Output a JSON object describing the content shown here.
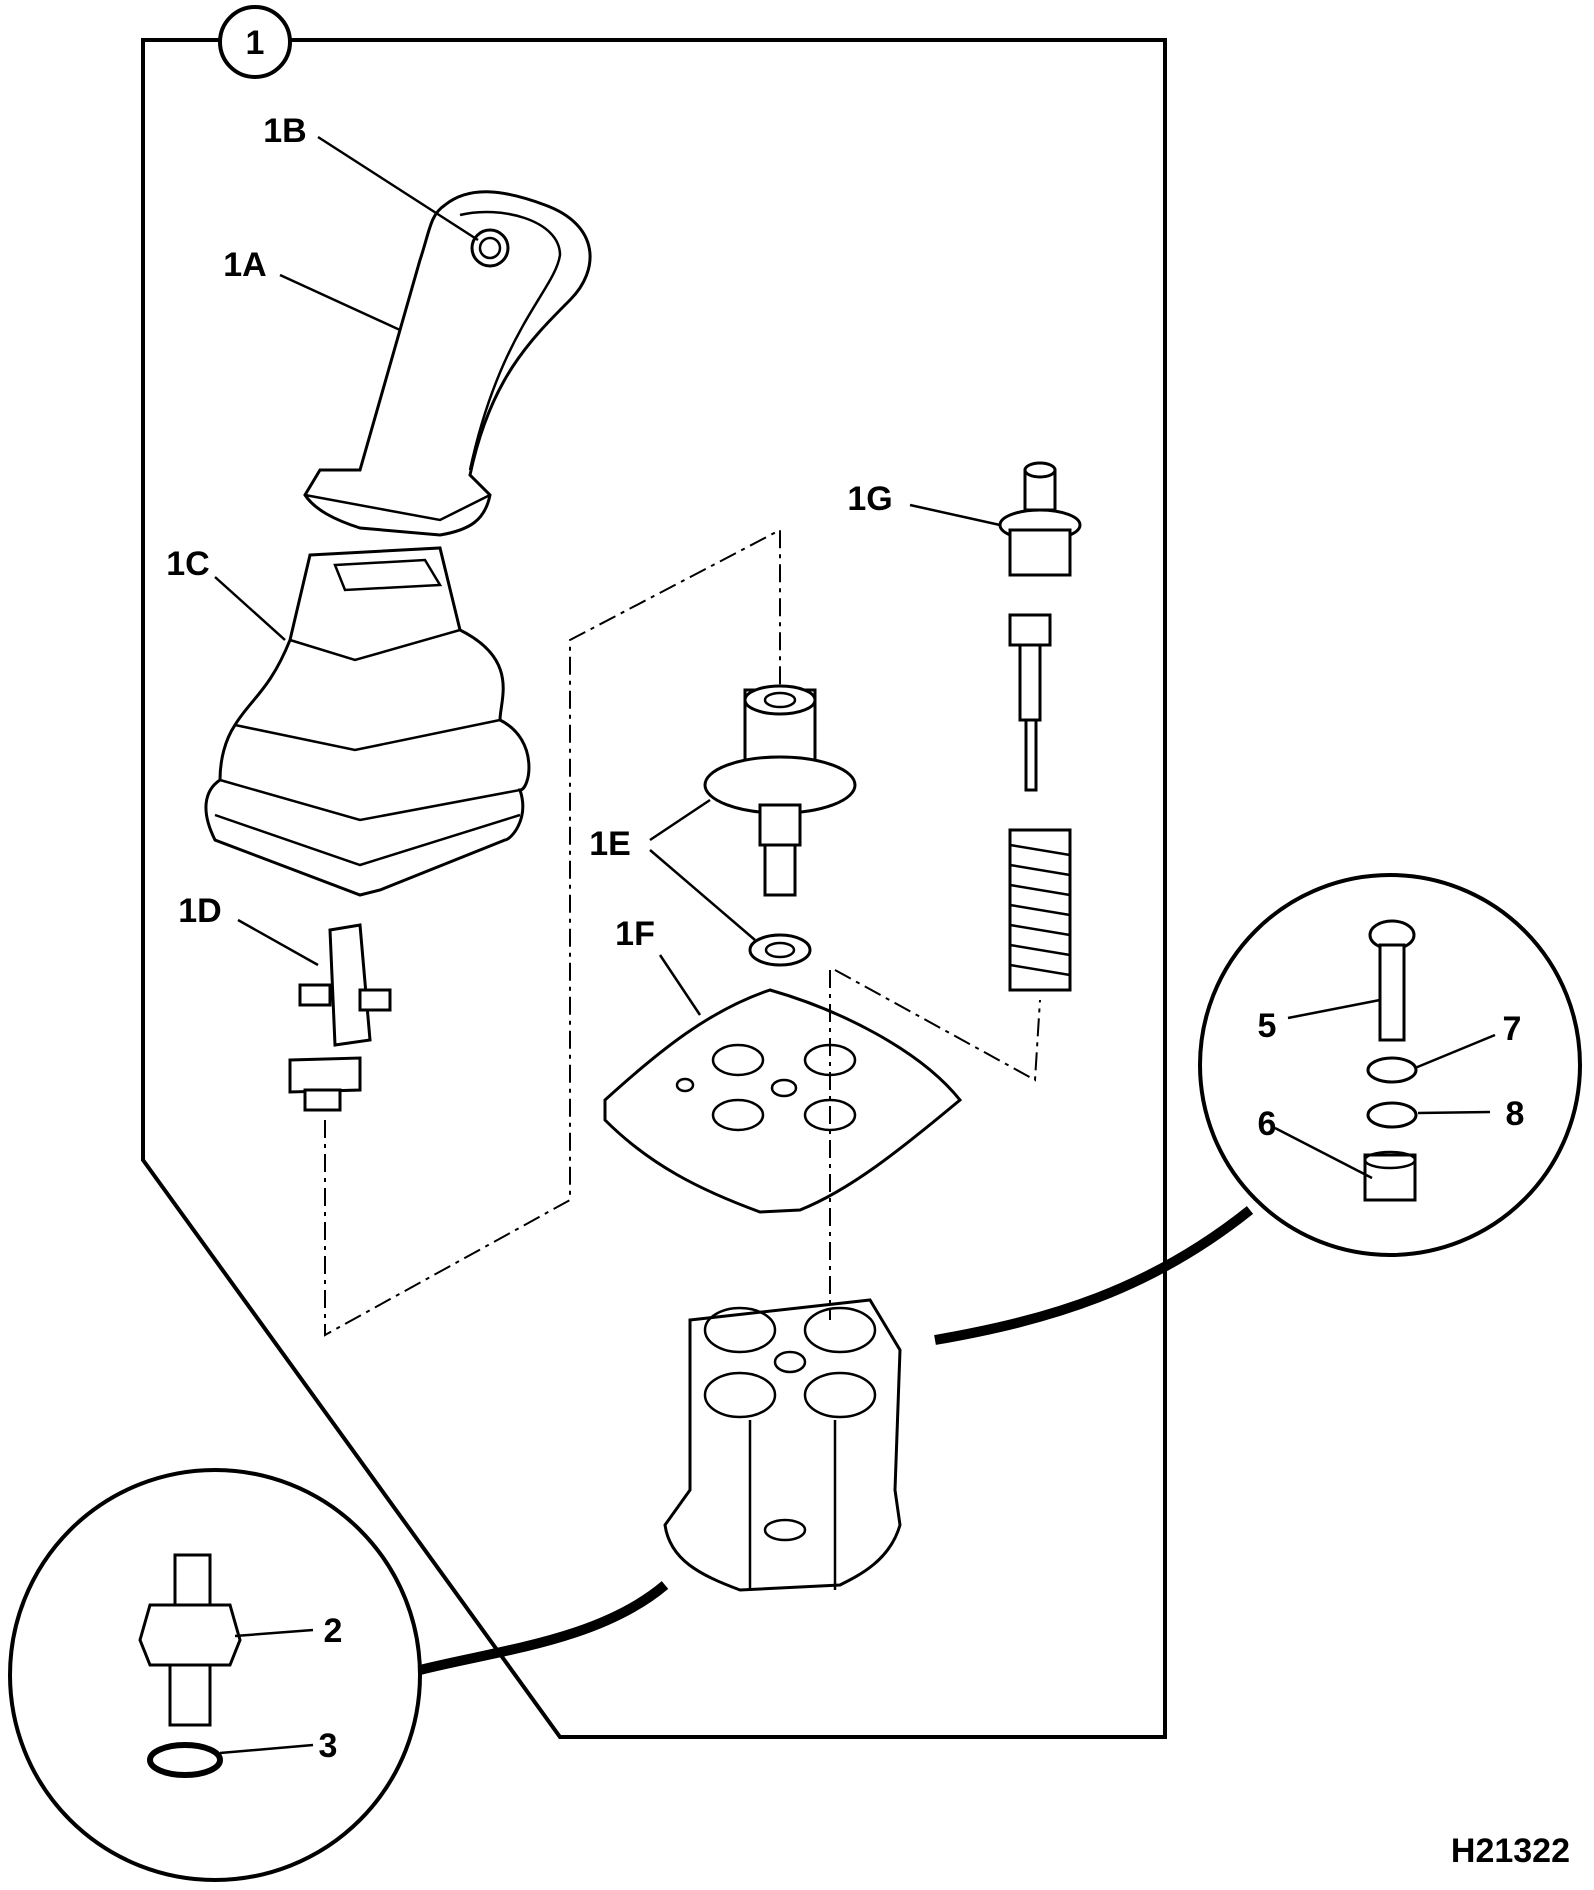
{
  "figure_id": "H21322",
  "callouts": {
    "assembly": "1",
    "handle": "1A",
    "button": "1B",
    "boot": "1C",
    "lever_pivot": "1D",
    "cam_and_washer": "1E",
    "plate": "1F",
    "plunger": "1G",
    "fitting": "2",
    "o_ring": "3",
    "screw": "5",
    "nut": "6",
    "washer_a": "7",
    "washer_b": "8"
  }
}
